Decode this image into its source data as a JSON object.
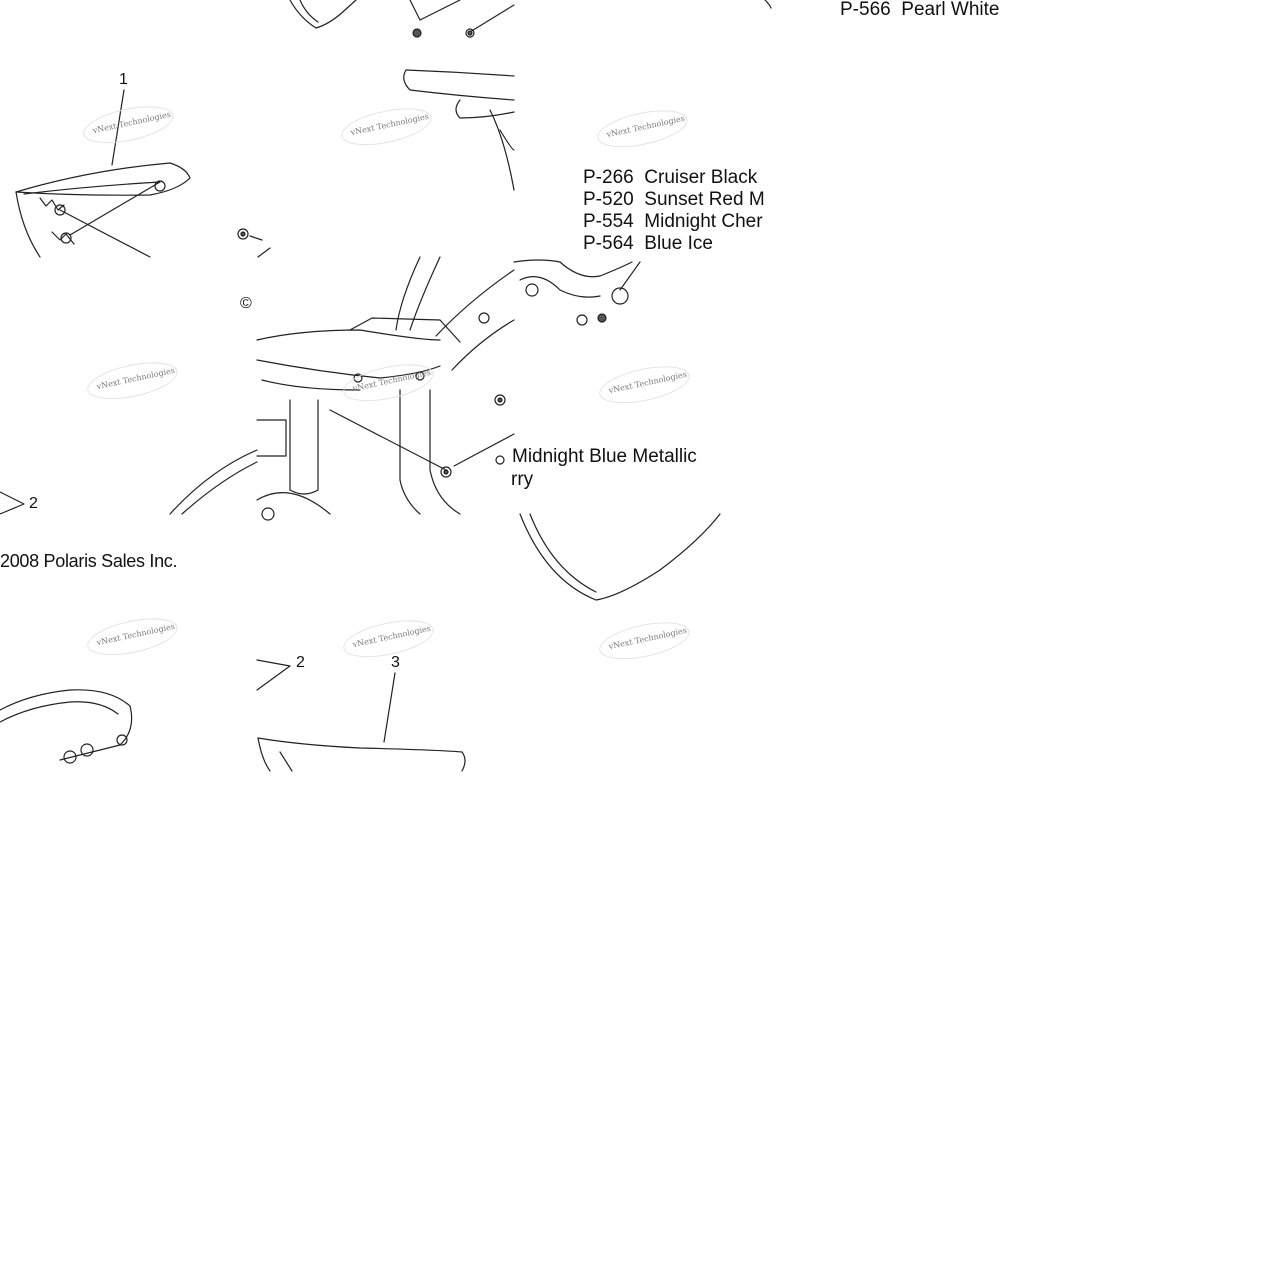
{
  "paint_codes": [
    {
      "code": "P-566",
      "name": "Pearl White"
    },
    {
      "code": "P-266",
      "name": "Cruiser Black"
    },
    {
      "code": "P-520",
      "name": "Sunset Red  M"
    },
    {
      "code": "P-554",
      "name": "Midnight Cher"
    },
    {
      "code": "P-564",
      "name": "Blue Ice"
    }
  ],
  "fragments": {
    "midnight_blue": "Midnight Blue Metallic",
    "rry": "rry"
  },
  "callouts": {
    "c1": "1",
    "c2a": "2",
    "c2b": "2",
    "c3": "3"
  },
  "copyright": {
    "symbol": "©",
    "text": "2008 Polaris Sales Inc."
  },
  "watermark": "vNext Technologies"
}
